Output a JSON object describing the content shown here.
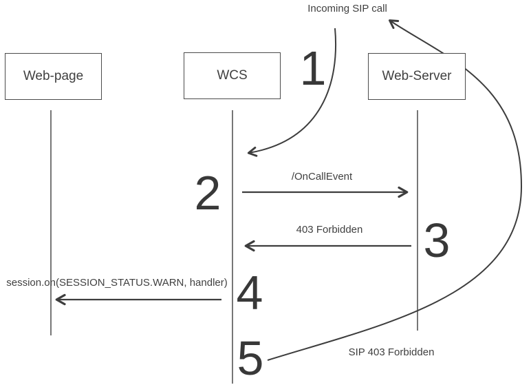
{
  "colors": {
    "line": "#3d3d3d",
    "text": "#3f3f3f",
    "box_border": "#4a4a4a",
    "background": "#ffffff"
  },
  "actors": [
    {
      "label": "Web-page"
    },
    {
      "label": "WCS"
    },
    {
      "label": "Web-Server"
    }
  ],
  "messages": [
    {
      "step": "1",
      "label": "Incoming SIP call",
      "from": "external",
      "to": "WCS",
      "style": "curved"
    },
    {
      "step": "2",
      "label": "/OnCallEvent",
      "from": "WCS",
      "to": "Web-Server",
      "style": "straight"
    },
    {
      "step": "3",
      "label": "403 Forbidden",
      "from": "Web-Server",
      "to": "WCS",
      "style": "straight"
    },
    {
      "step": "4",
      "label": "session.on(SESSION_STATUS.WARN, handler)",
      "from": "WCS",
      "to": "Web-page",
      "style": "straight"
    },
    {
      "step": "5",
      "label": "SIP 403 Forbidden",
      "from": "WCS",
      "to": "external",
      "style": "curved"
    }
  ]
}
